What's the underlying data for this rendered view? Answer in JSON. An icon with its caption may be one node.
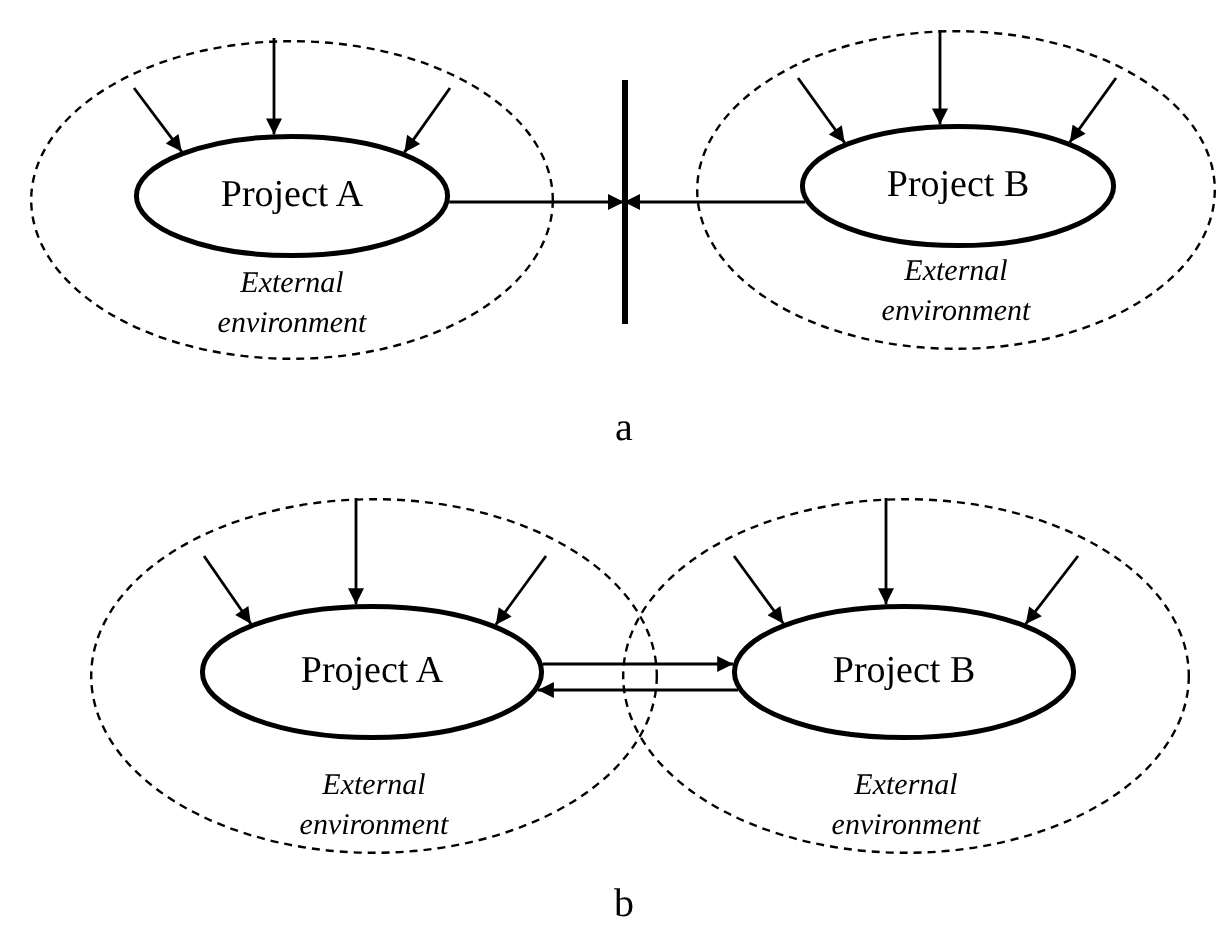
{
  "diagram": {
    "nodes": [
      {
        "text": [
          "External environment"
        ]
      },
      {
        "text": [
          "Project A"
        ],
        "in": 0
      },
      {
        "text": [
          "External environment"
        ]
      },
      {
        "text": [
          "Project B"
        ],
        "in": 2
      },
      {
        "text": [],
        "shape": "bar"
      },
      {
        "text": [
          "External environment"
        ]
      },
      {
        "text": [
          "Project A"
        ],
        "in": 5
      },
      {
        "text": [
          "External environment"
        ]
      },
      {
        "text": [
          "Project B"
        ],
        "in": 7
      }
    ],
    "edges": [
      {
        "from": 1,
        "to": 4,
        "arrow": "to"
      },
      {
        "from": 3,
        "to": 4,
        "arrow": "to"
      },
      {
        "from": null,
        "to": 1,
        "arrow": "to"
      },
      {
        "from": null,
        "to": 1,
        "arrow": "to"
      },
      {
        "from": null,
        "to": 1,
        "arrow": "to"
      },
      {
        "from": null,
        "to": 3,
        "arrow": "to"
      },
      {
        "from": null,
        "to": 3,
        "arrow": "to"
      },
      {
        "from": null,
        "to": 3,
        "arrow": "to"
      },
      {
        "from": 6,
        "to": 8,
        "arrow": "to"
      },
      {
        "from": 8,
        "to": 6,
        "arrow": "to"
      },
      {
        "from": null,
        "to": 6,
        "arrow": "to"
      },
      {
        "from": null,
        "to": 6,
        "arrow": "to"
      },
      {
        "from": null,
        "to": 6,
        "arrow": "to"
      },
      {
        "from": null,
        "to": 8,
        "arrow": "to"
      },
      {
        "from": null,
        "to": 8,
        "arrow": "to"
      },
      {
        "from": null,
        "to": 8,
        "arrow": "to"
      }
    ],
    "labels": [
      "a",
      "b"
    ]
  }
}
